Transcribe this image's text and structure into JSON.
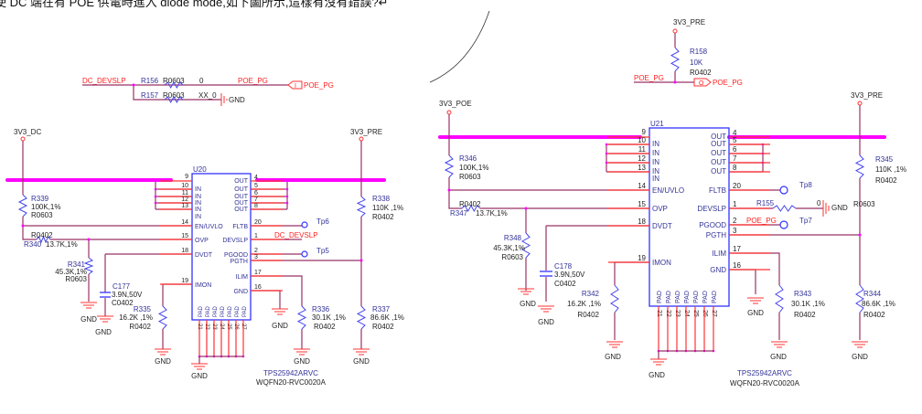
{
  "question": "使 DC 端在有 POE 供電時進入 diode mode,如下圖所示,這樣有沒有錯誤?↵",
  "colors": {
    "wire": "#993366",
    "pin": "#ff3333",
    "bus": "#ff00ff",
    "chip": "#3333ff",
    "net_label": "#ff2222"
  },
  "left": {
    "power_in": "3V3_DC",
    "power_out": "3V3_PRE",
    "chip": {
      "ref": "U20",
      "part": "TPS25942ARVC",
      "package": "WQFN20-RVC0020A"
    },
    "pins_left": [
      {
        "num": "9",
        "name": ""
      },
      {
        "num": "10",
        "name": "IN"
      },
      {
        "num": "11",
        "name": "IN"
      },
      {
        "num": "12",
        "name": "IN"
      },
      {
        "num": "13",
        "name": "IN"
      },
      {
        "num": "",
        "name": "IN"
      },
      {
        "num": "14",
        "name": "EN/UVLO"
      },
      {
        "num": "15",
        "name": "OVP"
      },
      {
        "num": "18",
        "name": "DVDT"
      },
      {
        "num": "19",
        "name": "IMON"
      }
    ],
    "pins_right": [
      {
        "num": "4",
        "name": "OUT"
      },
      {
        "num": "5",
        "name": "OUT"
      },
      {
        "num": "6",
        "name": "OUT"
      },
      {
        "num": "7",
        "name": "OUT"
      },
      {
        "num": "8",
        "name": "OUT"
      },
      {
        "num": "20",
        "name": "FLTB"
      },
      {
        "num": "1",
        "name": "DEVSLP"
      },
      {
        "num": "2",
        "name": "PGOOD"
      },
      {
        "num": "3",
        "name": "PGTH"
      },
      {
        "num": "17",
        "name": "ILIM"
      },
      {
        "num": "16",
        "name": "GND"
      }
    ],
    "pad_label": "PAD",
    "pad_pins": [
      "21",
      "22",
      "23",
      "24",
      "25",
      "26",
      "27"
    ],
    "gnd": "GND",
    "r339": {
      "ref": "R339",
      "value": "100K,1%",
      "pkg": "R0603"
    },
    "r340": {
      "ref": "R340",
      "value": "13.7K,1%",
      "pkg": "R0402"
    },
    "r341": {
      "ref": "R341",
      "value": "45.3K,1%",
      "pkg": "R0603"
    },
    "c177": {
      "ref": "C177",
      "value": "3.9N,50V",
      "pkg": "C0402"
    },
    "r335": {
      "ref": "R335",
      "value": "16.2K ,1%",
      "pkg": "R0402"
    },
    "r336": {
      "ref": "R336",
      "value": "30.1K ,1%",
      "pkg": "R0402"
    },
    "r337": {
      "ref": "R337",
      "value": "86.6K ,1%",
      "pkg": "R0402"
    },
    "r338": {
      "ref": "R338",
      "value": "110K ,1%",
      "pkg": "R0402"
    },
    "tp_fltb": "Tp6",
    "tp_pgood": "Tp5",
    "devslp_net": "DC_DEVSLP",
    "top": {
      "net_in": "DC_DEVSLP",
      "r156": {
        "ref": "R156",
        "pkg": "R0603",
        "value": "0"
      },
      "r157": {
        "ref": "R157",
        "pkg": "R0603",
        "value": "XX_0"
      },
      "net_out": "POE_PG",
      "port_dir": "I",
      "port_name": "POE_PG",
      "gnd": "GND"
    }
  },
  "right": {
    "power_in": "3V3_POE",
    "power_out": "3V3_PRE",
    "chip": {
      "ref": "U21",
      "part": "TPS25942ARVC",
      "package": "WQFN20-RVC0020A"
    },
    "pins_left": [
      {
        "num": "9",
        "name": ""
      },
      {
        "num": "10",
        "name": "IN"
      },
      {
        "num": "11",
        "name": "IN"
      },
      {
        "num": "12",
        "name": "IN"
      },
      {
        "num": "13",
        "name": "IN"
      },
      {
        "num": "",
        "name": "IN"
      },
      {
        "num": "14",
        "name": "EN/UVLO"
      },
      {
        "num": "15",
        "name": "OVP"
      },
      {
        "num": "18",
        "name": "DVDT"
      },
      {
        "num": "19",
        "name": "IMON"
      }
    ],
    "pins_right": [
      {
        "num": "4",
        "name": "OUT"
      },
      {
        "num": "5",
        "name": "OUT"
      },
      {
        "num": "6",
        "name": "OUT"
      },
      {
        "num": "7",
        "name": "OUT"
      },
      {
        "num": "8",
        "name": "OUT"
      },
      {
        "num": "20",
        "name": "FLTB"
      },
      {
        "num": "1",
        "name": "DEVSLP"
      },
      {
        "num": "2",
        "name": "PGOOD"
      },
      {
        "num": "3",
        "name": "PGTH"
      },
      {
        "num": "17",
        "name": "ILIM"
      },
      {
        "num": "16",
        "name": "GND"
      }
    ],
    "pad_label": "PAD",
    "pad_pins": [
      "21",
      "22",
      "23",
      "24",
      "25",
      "26",
      "27"
    ],
    "gnd": "GND",
    "r346": {
      "ref": "R346",
      "value": "100K,1%",
      "pkg": "R0603"
    },
    "r347": {
      "ref": "R347",
      "value": "13.7K,1%",
      "pkg": "R0402"
    },
    "r348": {
      "ref": "R348",
      "value": "45.3K,1%",
      "pkg": "R0603"
    },
    "c178": {
      "ref": "C178",
      "value": "3.9N,50V",
      "pkg": "C0402"
    },
    "r342": {
      "ref": "R342",
      "value": "16.2K ,1%",
      "pkg": "R0402"
    },
    "r343": {
      "ref": "R343",
      "value": "30.1K ,1%",
      "pkg": "R0402"
    },
    "r344": {
      "ref": "R344",
      "value": "86.6K ,1%",
      "pkg": "R0402"
    },
    "r345": {
      "ref": "R345",
      "value": "110K ,1%",
      "pkg": "R0402"
    },
    "r155": {
      "ref": "R155",
      "value": "0",
      "pkg": "R0603"
    },
    "tp_fltb": "Tp8",
    "tp_pgood": "Tp7",
    "pgood_net": "POE_PG",
    "top": {
      "power": "3V3_PRE",
      "r158": {
        "ref": "R158",
        "value": "10K",
        "pkg": "R0402"
      },
      "net": "POE_PG",
      "port_dir": "O",
      "port_name": "POE_PG"
    }
  }
}
